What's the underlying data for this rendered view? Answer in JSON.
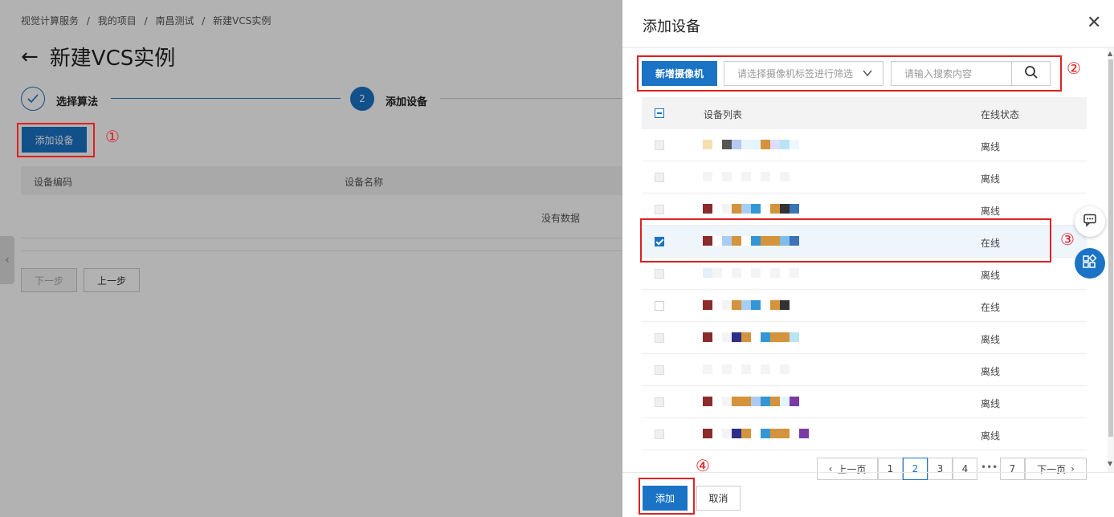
{
  "breadcrumb": [
    "视觉计算服务",
    "/",
    "我的项目",
    "/",
    "南昌测试",
    "/",
    "新建VCS实例"
  ],
  "page_title": "新建VCS实例",
  "steps": [
    {
      "label": "选择算法"
    },
    {
      "label": "添加设备",
      "number": "2"
    }
  ],
  "add_device_button": "添加设备",
  "bg_table": {
    "columns": [
      "设备编码",
      "设备名称"
    ],
    "empty_text": "没有数据"
  },
  "bg_buttons": {
    "next": "下一步",
    "prev": "上一步"
  },
  "annotations": [
    "①",
    "②",
    "③",
    "④"
  ],
  "drawer": {
    "title": "添加设备",
    "new_camera_button": "新增摄像机",
    "tag_select_placeholder": "请选择摄像机标签进行筛选",
    "search_placeholder": "请输入搜索内容",
    "columns": {
      "device_list": "设备列表",
      "online_status": "在线状态"
    },
    "rows": [
      {
        "status": "离线",
        "checked": false,
        "disabled": true
      },
      {
        "status": "离线",
        "checked": false,
        "disabled": true
      },
      {
        "status": "离线",
        "checked": false,
        "disabled": true
      },
      {
        "status": "在线",
        "checked": true,
        "disabled": false
      },
      {
        "status": "离线",
        "checked": false,
        "disabled": true
      },
      {
        "status": "在线",
        "checked": false,
        "disabled": false
      },
      {
        "status": "离线",
        "checked": false,
        "disabled": true
      },
      {
        "status": "离线",
        "checked": false,
        "disabled": true
      },
      {
        "status": "离线",
        "checked": false,
        "disabled": true
      },
      {
        "status": "离线",
        "checked": false,
        "disabled": true
      }
    ],
    "pagination": {
      "prev": "上一页",
      "pages": [
        "1",
        "2",
        "3",
        "4"
      ],
      "ellipsis": "•••",
      "last": "7",
      "next": "下一页",
      "current": "2"
    },
    "submit_button": "添加",
    "cancel_button": "取消"
  },
  "colors": {
    "primary": "#1a73c4",
    "annotation": "#e02020"
  }
}
